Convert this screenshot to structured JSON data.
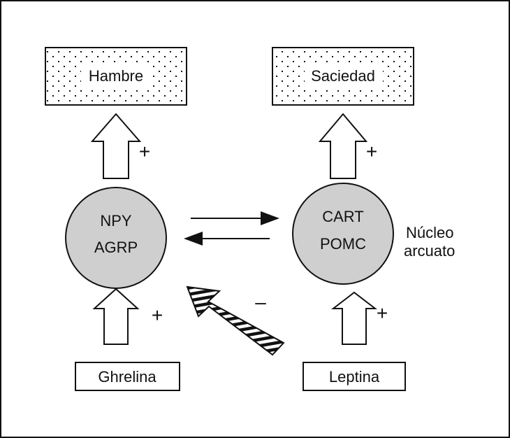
{
  "diagram": {
    "boxes": {
      "hambre": "Hambre",
      "saciedad": "Saciedad",
      "ghrelina": "Ghrelina",
      "leptina": "Leptina"
    },
    "circles": {
      "left": {
        "line1": "NPY",
        "line2": "AGRP"
      },
      "right": {
        "line1": "CART",
        "line2": "POMC"
      }
    },
    "region_label": {
      "line1": "Núcleo",
      "line2": "arcuato"
    },
    "signs": {
      "hambre_arrow": "+",
      "saciedad_arrow": "+",
      "ghrelina_arrow": "+",
      "leptina_arrow": "+",
      "inhibition": "–"
    },
    "colors": {
      "circle_fill": "#cfcfcf",
      "stroke": "#111111",
      "background": "#ffffff"
    }
  }
}
